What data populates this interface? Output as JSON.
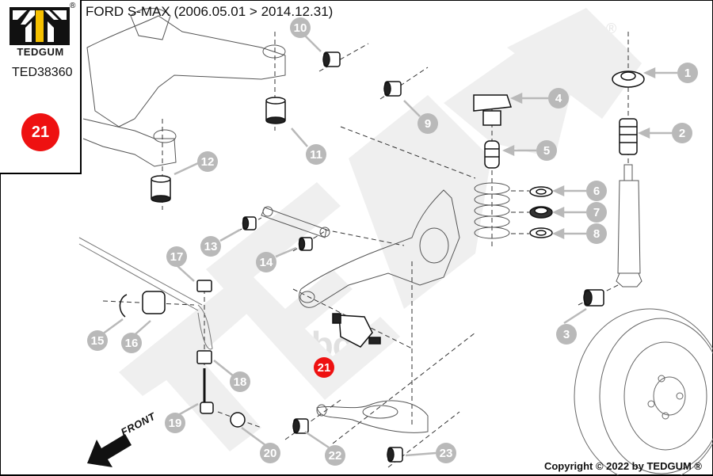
{
  "header": {
    "title": "FORD S-MAX (2006.05.01 > 2014.12.31)"
  },
  "sidepanel": {
    "brand": "TEDGUM",
    "registered_mark": "®",
    "part_number": "TED38360",
    "highlighted_position": "21"
  },
  "footer": {
    "copyright": "Copyright © 2022 by TEDGUM ®"
  },
  "diagram": {
    "front_label": "FRONT",
    "watermark": "TEDGUM",
    "watermark_reg": "®",
    "ghost_brand": "abcp",
    "colors": {
      "callout": "#b9b9b9",
      "highlight": "#ee1111",
      "line": "#333333",
      "logo_yellow": "#f5c000"
    },
    "callouts": [
      {
        "label": "1"
      },
      {
        "label": "2"
      },
      {
        "label": "3"
      },
      {
        "label": "4"
      },
      {
        "label": "5"
      },
      {
        "label": "6"
      },
      {
        "label": "7"
      },
      {
        "label": "8"
      },
      {
        "label": "9"
      },
      {
        "label": "10"
      },
      {
        "label": "11"
      },
      {
        "label": "12"
      },
      {
        "label": "13"
      },
      {
        "label": "14"
      },
      {
        "label": "15"
      },
      {
        "label": "16"
      },
      {
        "label": "17"
      },
      {
        "label": "18"
      },
      {
        "label": "19"
      },
      {
        "label": "20"
      },
      {
        "label": "21"
      },
      {
        "label": "22"
      },
      {
        "label": "23"
      }
    ]
  }
}
